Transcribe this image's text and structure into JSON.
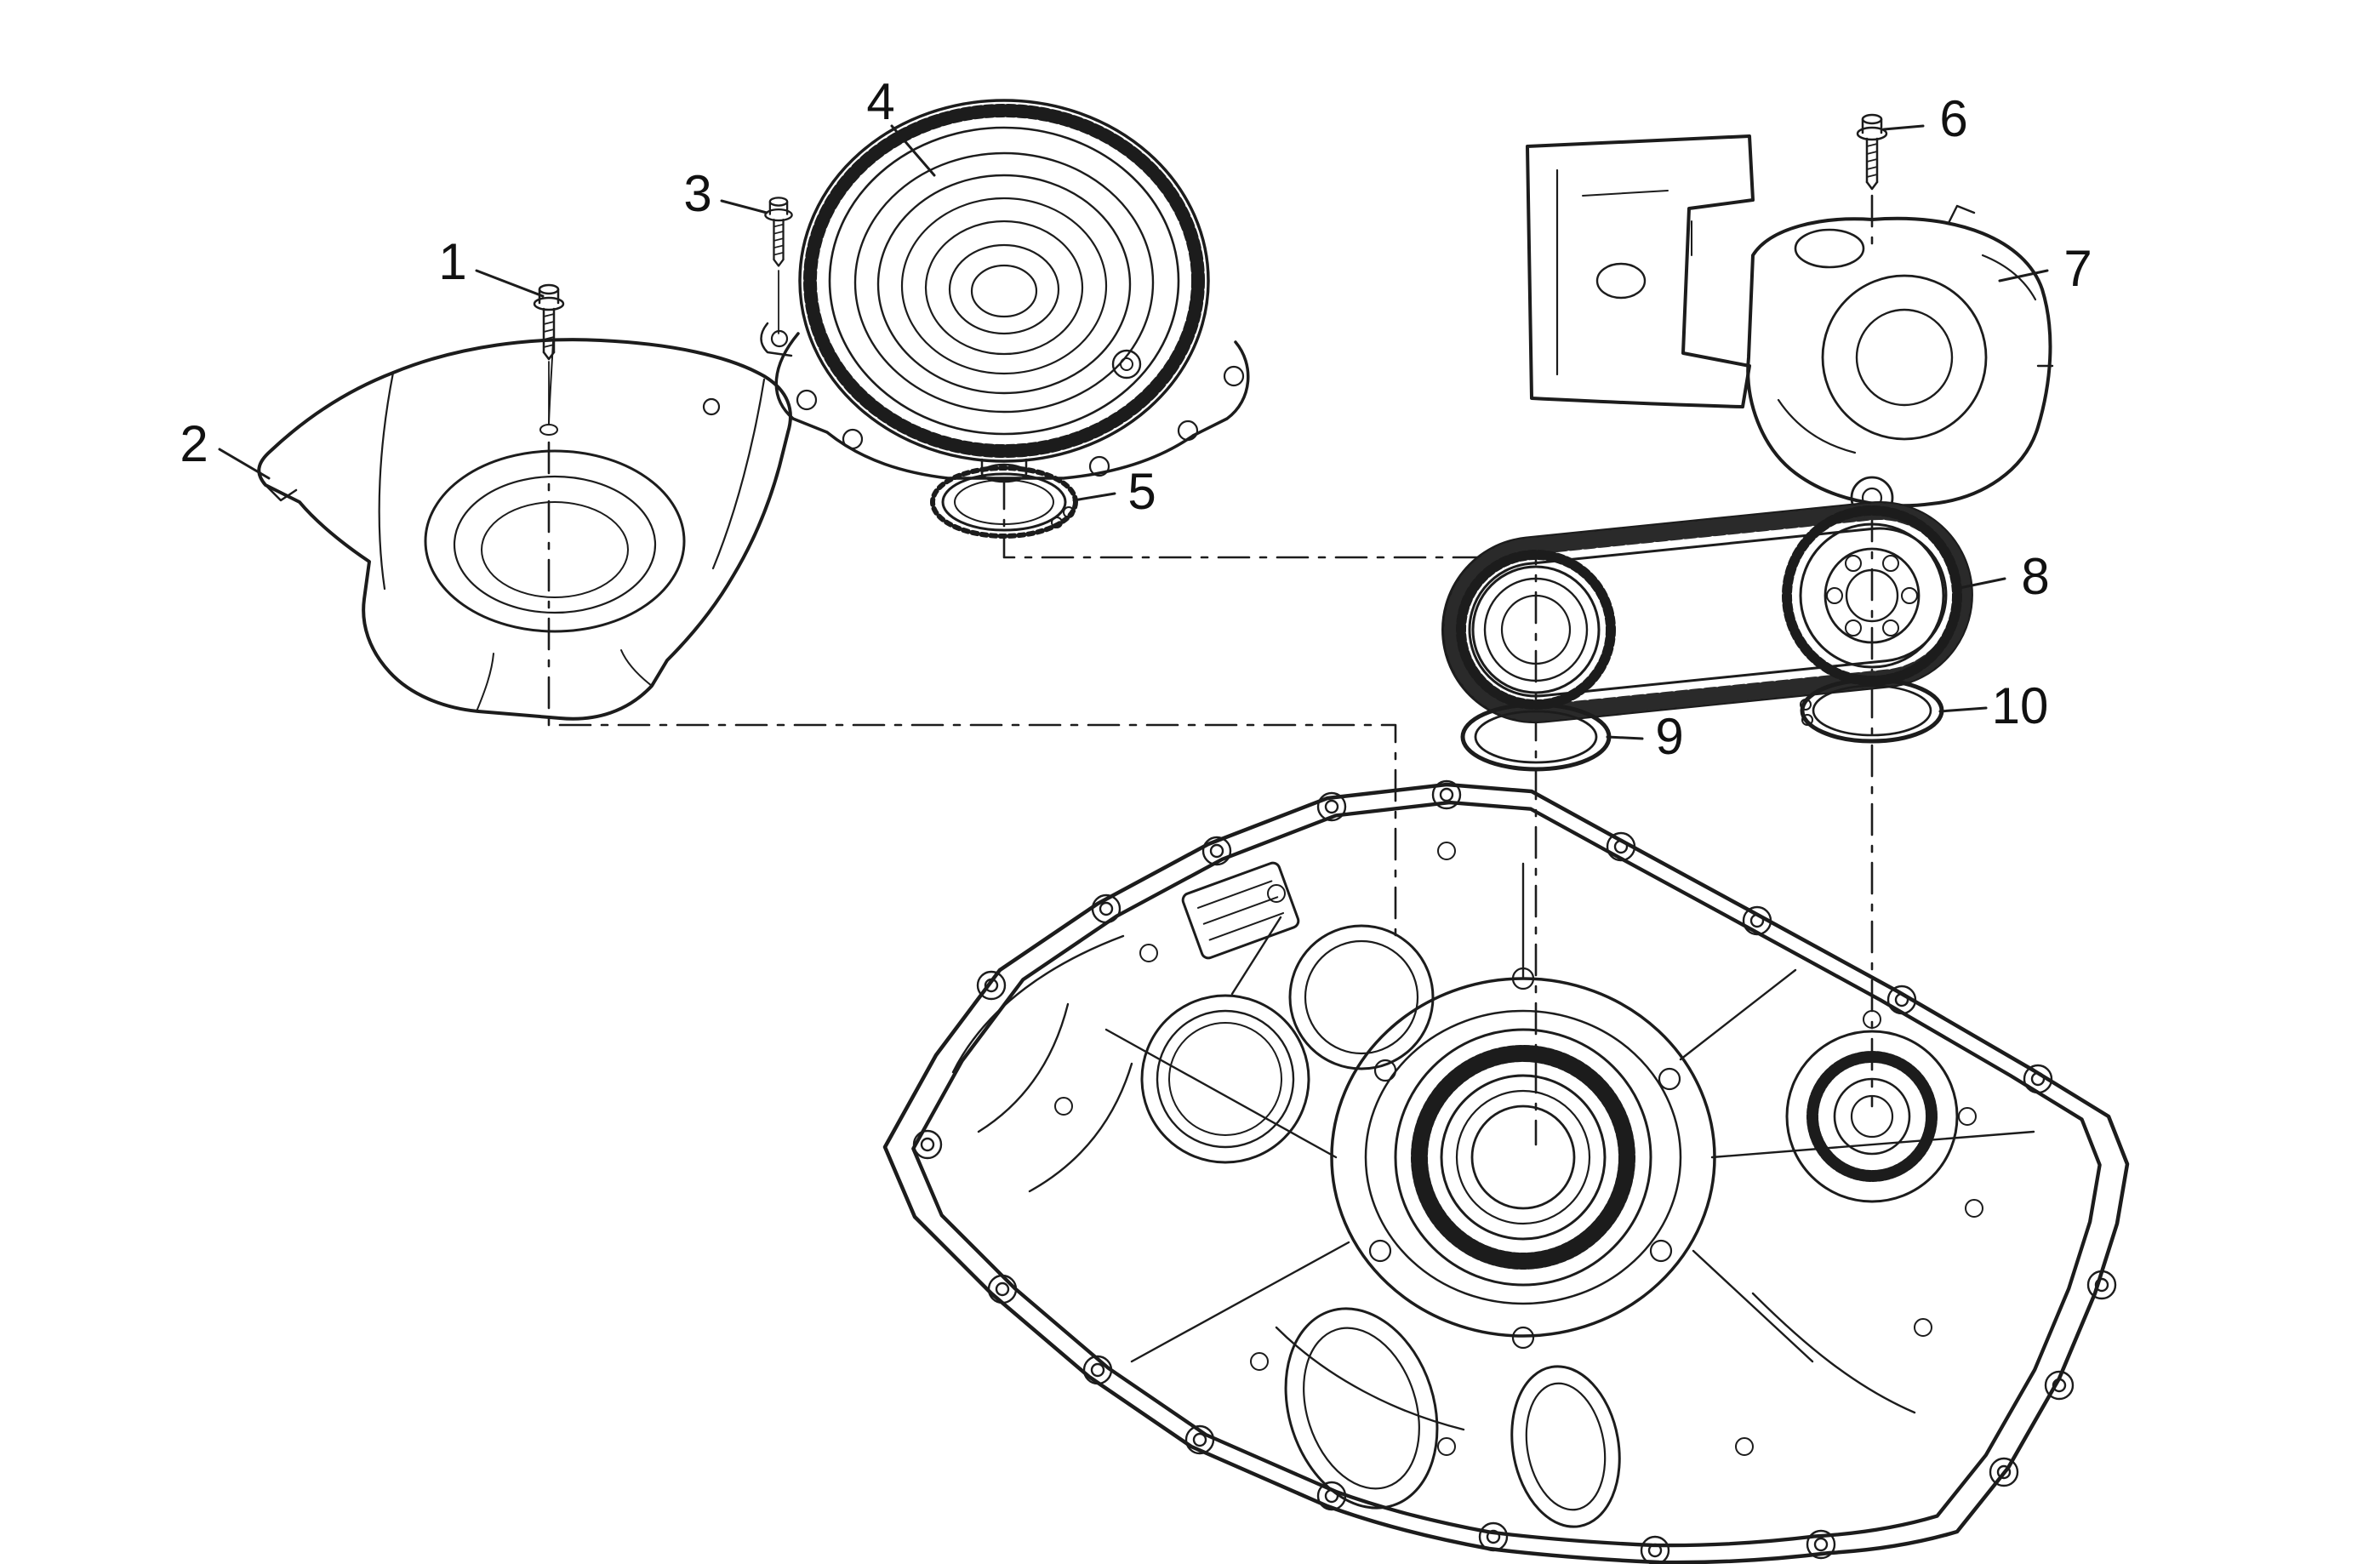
{
  "page": {
    "background": "#ffffff",
    "line_color": "#1c1c1c",
    "text_color": "#111111"
  },
  "figure": {
    "type": "exploded-parts-diagram",
    "visible_text_only_numbers": true
  },
  "callouts": [
    {
      "id": 1,
      "label": "1",
      "icon": "bolt-illustration"
    },
    {
      "id": 2,
      "label": "2",
      "icon": "shield-baffle-illustration"
    },
    {
      "id": 3,
      "label": "3",
      "icon": "bolt-illustration"
    },
    {
      "id": 4,
      "label": "4",
      "icon": "drive-sprocket-assembly-illustration"
    },
    {
      "id": 5,
      "label": "5",
      "icon": "snap-ring-illustration"
    },
    {
      "id": 6,
      "label": "6",
      "icon": "bolt-illustration"
    },
    {
      "id": 7,
      "label": "7",
      "icon": "oil-pump-with-bracket-illustration"
    },
    {
      "id": 8,
      "label": "8",
      "icon": "drive-chain-and-sprocket-illustration"
    },
    {
      "id": 9,
      "label": "9",
      "icon": "seal-ring-illustration"
    },
    {
      "id": 10,
      "label": "10",
      "icon": "retaining-ring-illustration"
    }
  ]
}
